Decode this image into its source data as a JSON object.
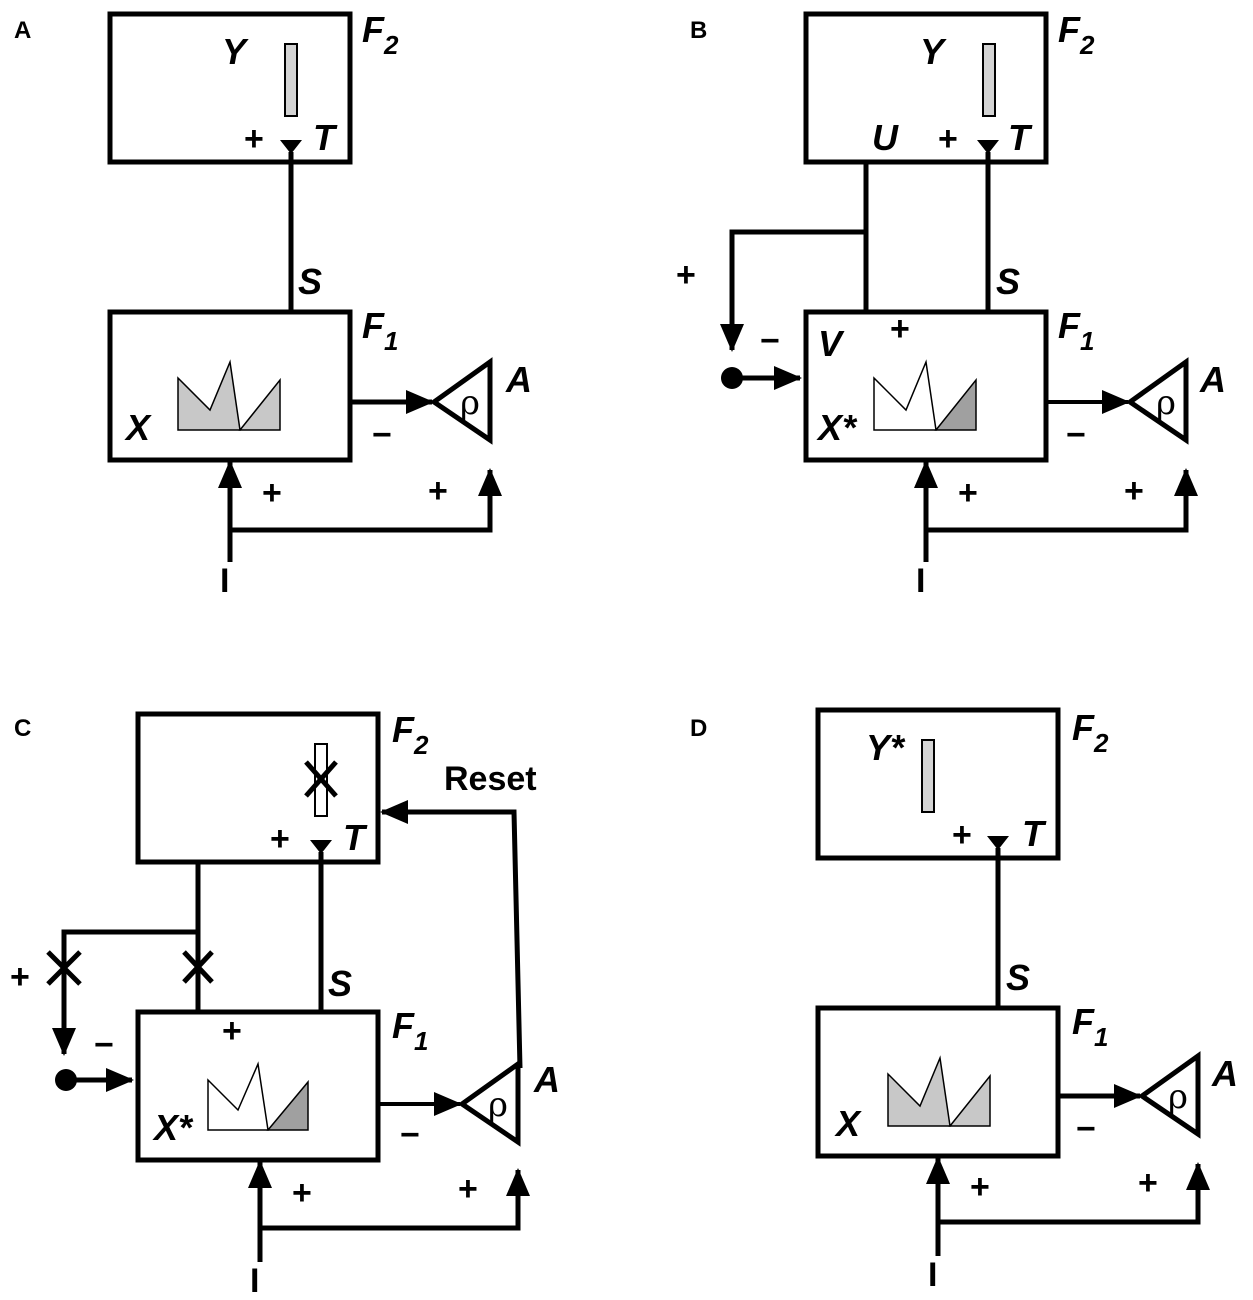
{
  "panels": {
    "A": {
      "label": "A",
      "f2": "F",
      "f2_sub": "2",
      "f1": "F",
      "f1_sub": "1",
      "y": "Y",
      "t": "T",
      "s": "S",
      "x": "X",
      "a": "A",
      "rho": "ρ",
      "input": "I",
      "plus": "+",
      "minus": "−"
    },
    "B": {
      "label": "B",
      "f2": "F",
      "f2_sub": "2",
      "f1": "F",
      "f1_sub": "1",
      "y": "Y",
      "u": "U",
      "t": "T",
      "s": "S",
      "v": "V",
      "x": "X*",
      "a": "A",
      "rho": "ρ",
      "input": "I",
      "plus": "+",
      "minus": "−"
    },
    "C": {
      "label": "C",
      "f2": "F",
      "f2_sub": "2",
      "f1": "F",
      "f1_sub": "1",
      "t": "T",
      "s": "S",
      "x": "X*",
      "a": "A",
      "rho": "ρ",
      "input": "I",
      "reset": "Reset",
      "plus": "+",
      "minus": "−"
    },
    "D": {
      "label": "D",
      "f2": "F",
      "f2_sub": "2",
      "f1": "F",
      "f1_sub": "1",
      "y": "Y*",
      "t": "T",
      "s": "S",
      "x": "X",
      "a": "A",
      "rho": "ρ",
      "input": "I",
      "plus": "+",
      "minus": "−"
    }
  },
  "colors": {
    "line": "#000000",
    "activity_fill": "#c8c8c8",
    "mismatch_fill": "#a0a0a0",
    "category_fill": "#d4d4d4"
  }
}
